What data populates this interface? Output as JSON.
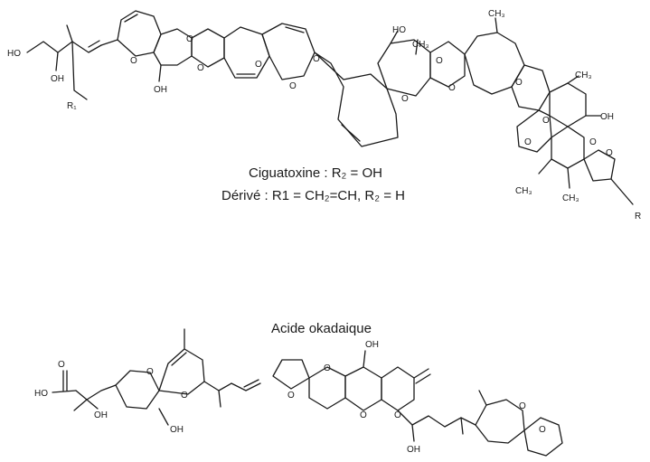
{
  "captions": {
    "ciguatoxine_name": "Ciguatoxine",
    "ciguatoxine_formula": ": R₂ = OH",
    "derive_name": "Dérivé",
    "derive_formula": ": R1 = CH₂=CH, R₂ = H",
    "okadaique_title": "Acide okadaique"
  },
  "atom_labels": {
    "ho": "HO",
    "oh": "OH",
    "o": "O",
    "ch3": "CH₃",
    "r1": "R₁",
    "r": "R"
  },
  "colors": {
    "ink": "#1a1a1a",
    "background": "#ffffff"
  }
}
